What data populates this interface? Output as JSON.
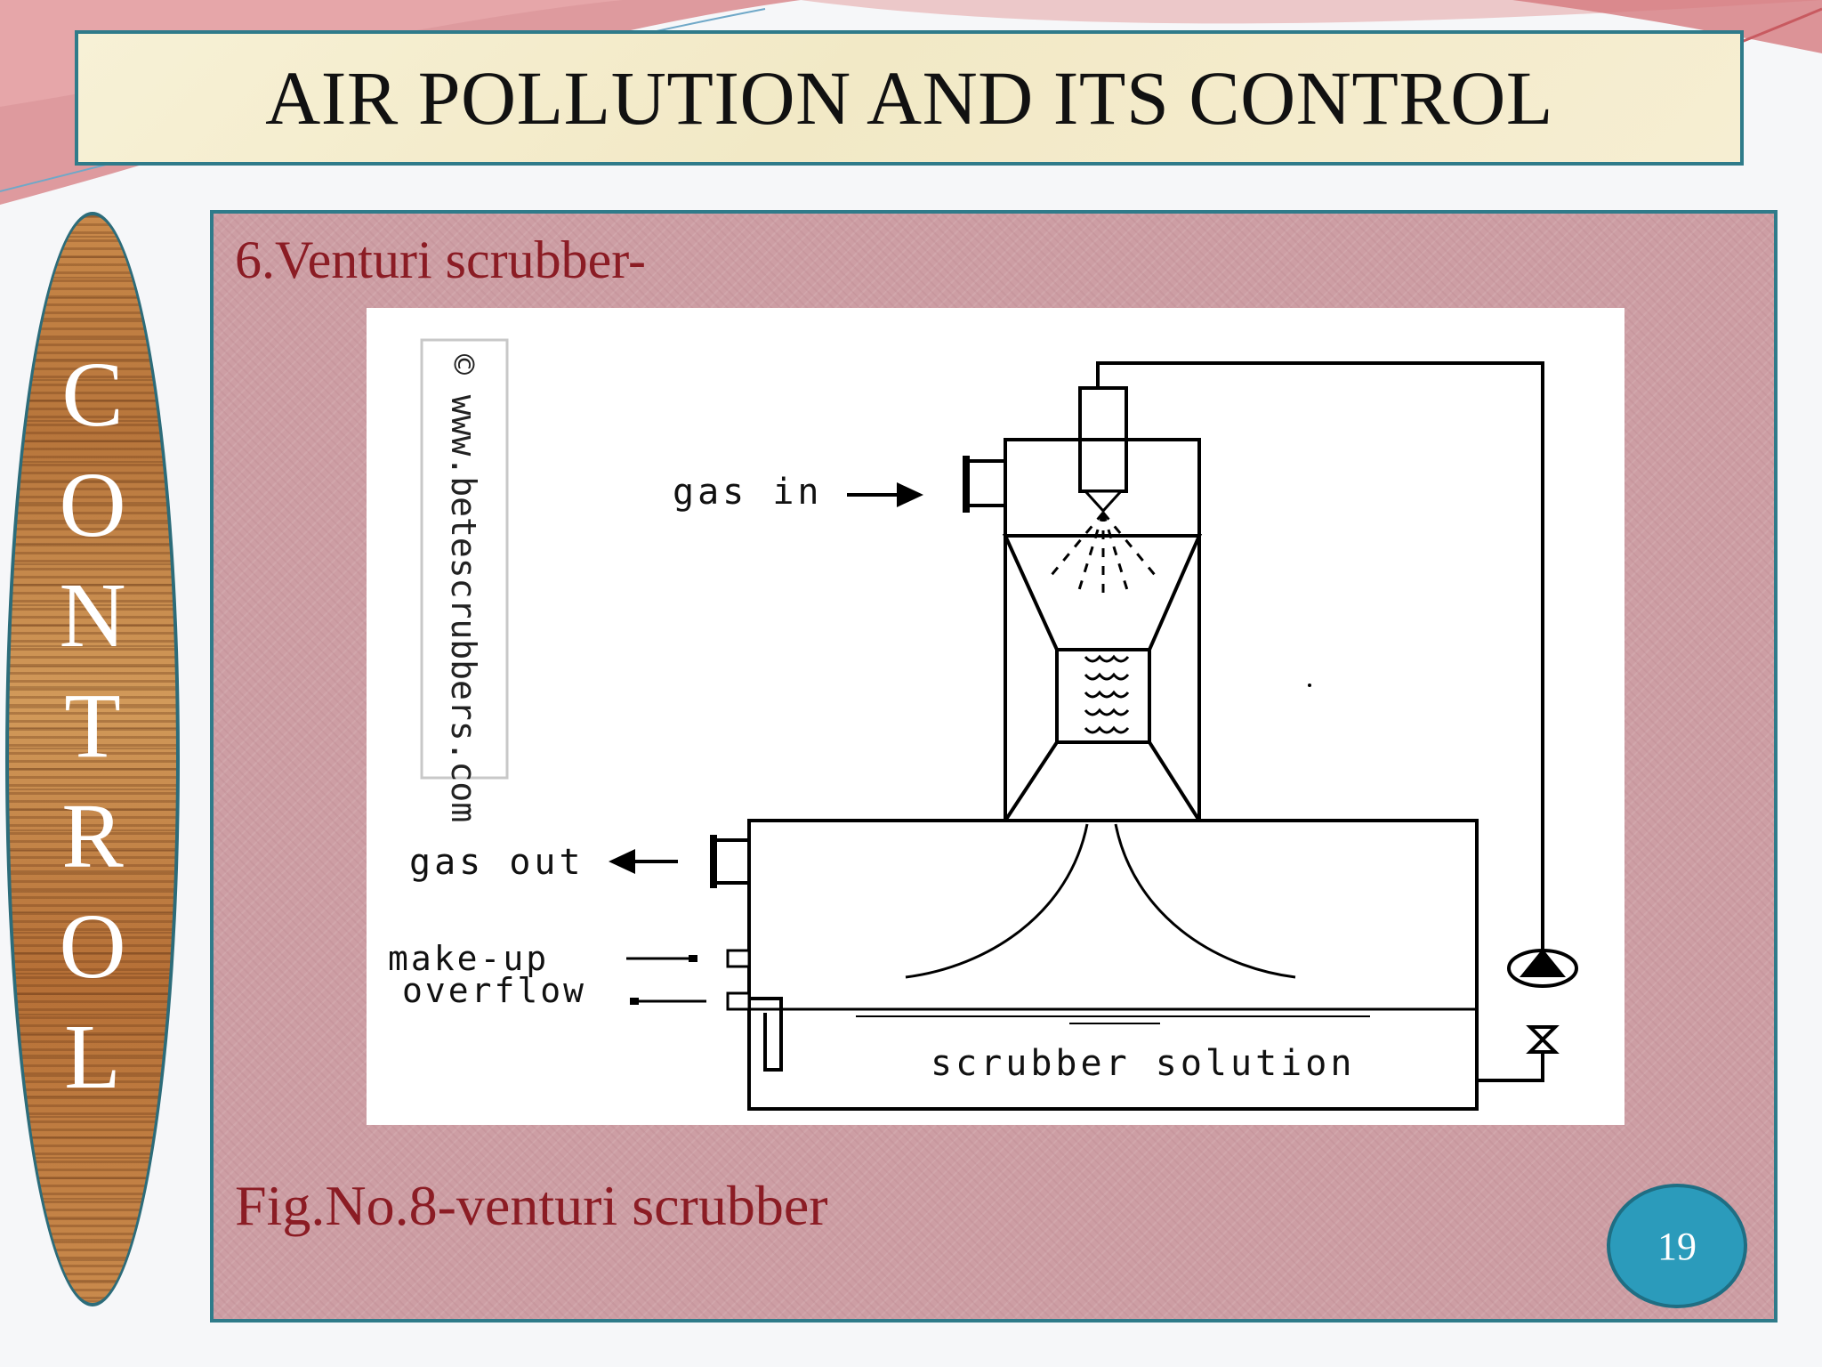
{
  "slide": {
    "title": "AIR POLLUTION AND ITS CONTROL",
    "side_letters": [
      "C",
      "O",
      "N",
      "T",
      "R",
      "O",
      "L"
    ],
    "section_heading": "6.Venturi scrubber-",
    "caption": "Fig.No.8-venturi scrubber",
    "page_number": "19"
  },
  "diagram": {
    "watermark": "© www.betescrubbers.com",
    "labels": {
      "gas_in": "gas in",
      "gas_out": "gas out",
      "make_up": "make-up",
      "overflow": "overflow",
      "scrubber_solution": "scrubber solution"
    }
  },
  "colors": {
    "title_border": "#2f7b8a",
    "heading_text": "#8b1c24",
    "panel_bg": "#cd9ea4",
    "page_badge": "#2b9bbb"
  }
}
